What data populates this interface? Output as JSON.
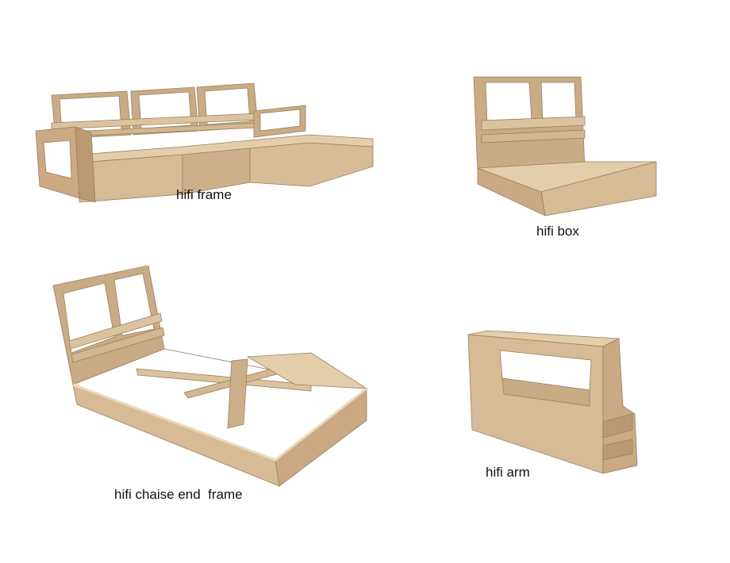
{
  "captions": {
    "frame": "hifi frame",
    "box": "hifi box",
    "chaise": "hifi chaise end  frame",
    "arm": "hifi arm"
  },
  "colors": {
    "background": "#ffffff",
    "mdf_light": "#dcc3a0",
    "mdf_mid": "#c8a983",
    "mdf_dark": "#a98a66",
    "caption_text": "#111111"
  }
}
